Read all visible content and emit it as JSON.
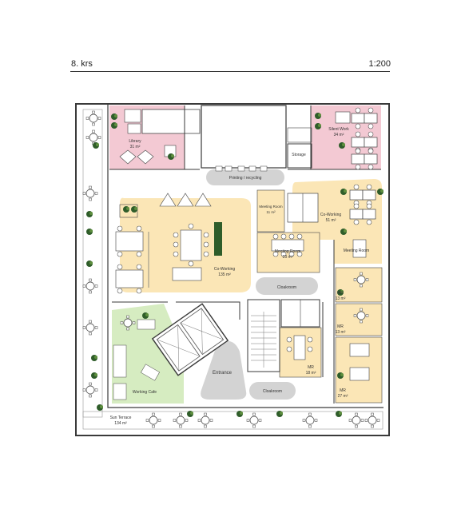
{
  "header": {
    "floor": "8. krs",
    "scale": "1:200"
  },
  "colors": {
    "pink": "#f3c9d3",
    "yellow": "#fbe6b6",
    "green": "#d6ecc1",
    "grey": "#d3d3d3",
    "wall": "#3a3a3a"
  },
  "rooms": {
    "library": {
      "name": "Library",
      "area": "31 m²"
    },
    "silent": {
      "name": "Silent Work",
      "area": "34 m²"
    },
    "printing": {
      "name": "Printing / recycling"
    },
    "storage": {
      "name": "Storage"
    },
    "meeting_small": {
      "name": "Meeting Room",
      "area": "11 m²"
    },
    "cowork_right": {
      "name": "Co-Working",
      "area": "51 m²"
    },
    "cowork_main": {
      "name": "Co-Working",
      "area": "135 m²"
    },
    "meeting_room": {
      "name": "Meeting Room",
      "area": "23 m²"
    },
    "meeting_right": {
      "name": "Meeting Room"
    },
    "cloakroom1": {
      "name": "Cloakroom"
    },
    "mr1": {
      "name": "MR",
      "area": "13 m²"
    },
    "mr2": {
      "name": "MR",
      "area": "13 m²"
    },
    "mr3": {
      "name": "MR",
      "area": "18 m²"
    },
    "mr4": {
      "name": "MR",
      "area": "27 m²"
    },
    "entrance": {
      "name": "Entrance"
    },
    "cafe": {
      "name": "Working Cafe"
    },
    "cloakroom2": {
      "name": "Cloakroom"
    },
    "terrace": {
      "name": "Sun Terrace",
      "area": "134 m²"
    }
  }
}
